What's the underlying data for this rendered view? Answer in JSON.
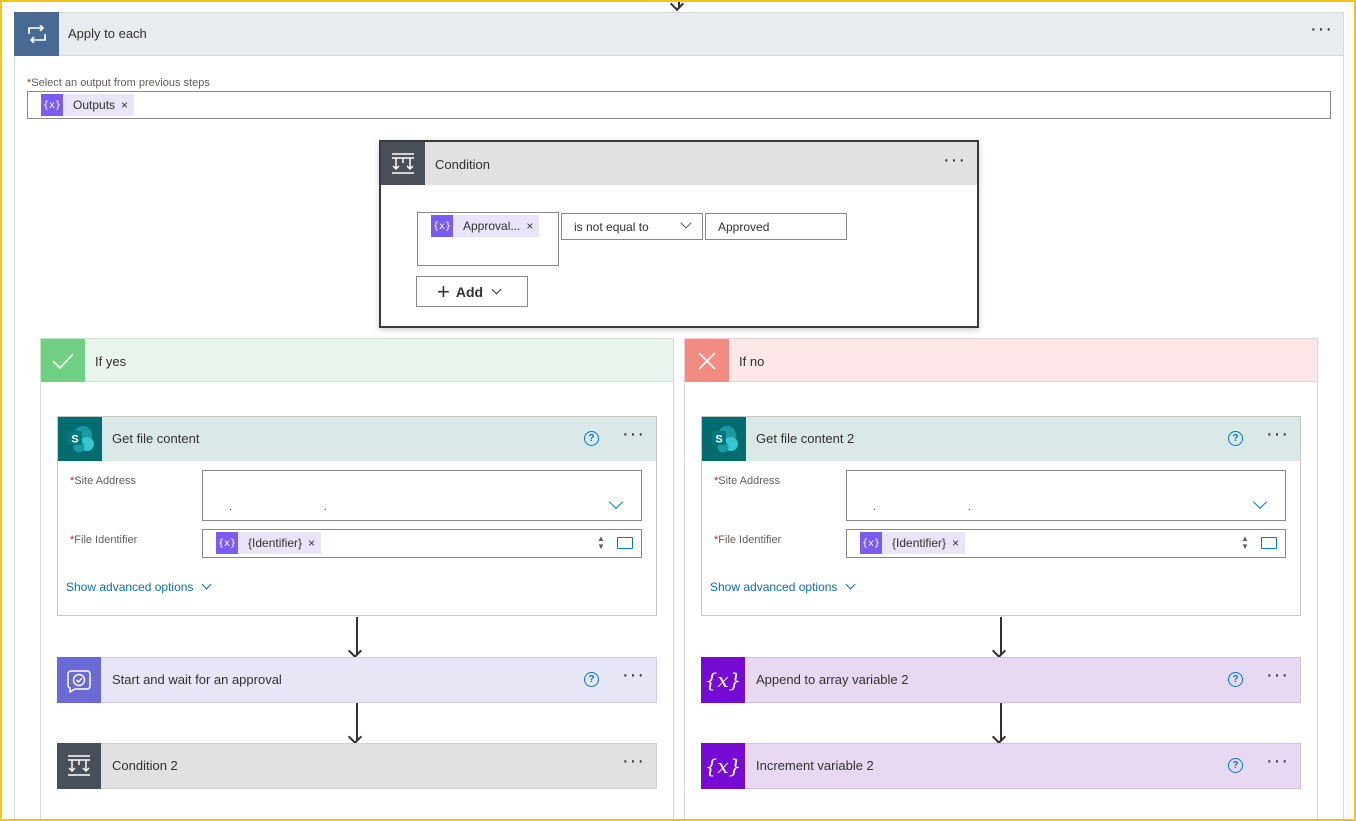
{
  "apply_to_each": {
    "title": "Apply to each",
    "more": "···",
    "select_label": "Select an output from previous steps",
    "required_mark": "*",
    "token": "Outputs",
    "token_remove": "×",
    "icon": "loop-icon"
  },
  "condition": {
    "title": "Condition",
    "more": "···",
    "left_token": "Approval...",
    "token_remove": "×",
    "operator": "is not equal to",
    "value": "Approved",
    "add_label": "Add",
    "icon": "condition-icon"
  },
  "yes_branch": {
    "title": "If yes",
    "icon": "checkmark-icon",
    "color": "#6fcf82",
    "get_file": {
      "title": "Get file content",
      "help": "?",
      "more": "···",
      "site_label": "Site Address",
      "file_label": "File Identifier",
      "required_mark": "*",
      "token": "{Identifier}",
      "token_remove": "×",
      "show_advanced": "Show advanced options",
      "site_value": ".                              ."
    },
    "approval": {
      "title": "Start and wait for an approval",
      "help": "?",
      "more": "···"
    },
    "condition2": {
      "title": "Condition 2",
      "more": "···"
    }
  },
  "no_branch": {
    "title": "If no",
    "icon": "x-icon",
    "color": "#f28b82",
    "get_file": {
      "title": "Get file content 2",
      "help": "?",
      "more": "···",
      "site_label": "Site Address",
      "file_label": "File Identifier",
      "required_mark": "*",
      "token": "{Identifier}",
      "token_remove": "×",
      "show_advanced": "Show advanced options",
      "site_value": ".                              ."
    },
    "append": {
      "title": "Append to array variable 2",
      "help": "?",
      "more": "···"
    },
    "increment": {
      "title": "Increment variable 2",
      "help": "?",
      "more": "···"
    }
  },
  "variable_icon_glyph": "{x}",
  "token_icon_glyph": "{x}"
}
